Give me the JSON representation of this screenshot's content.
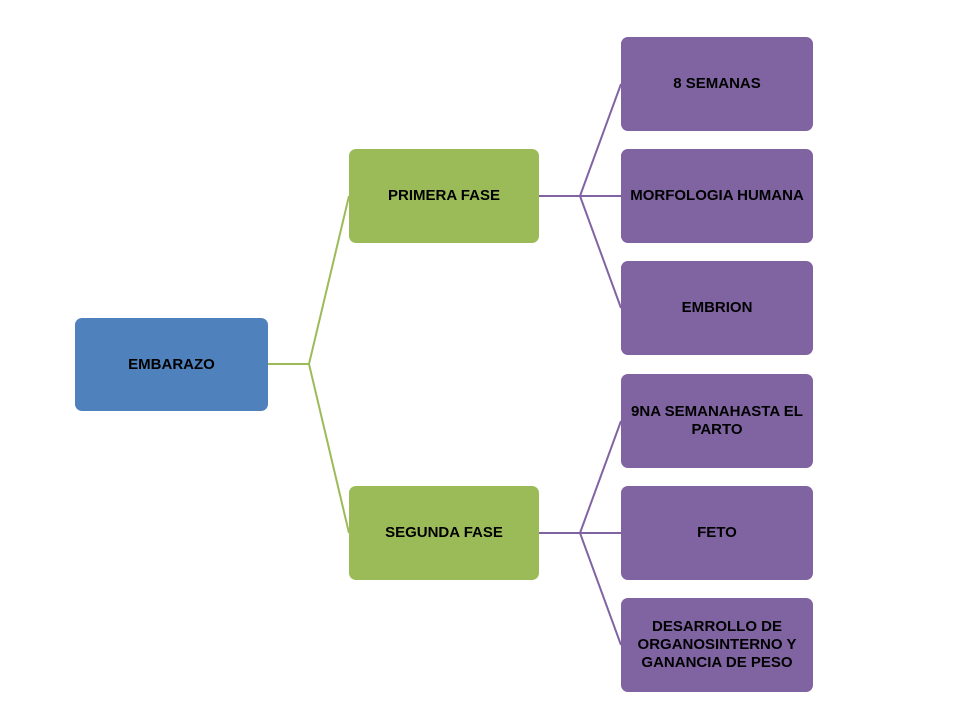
{
  "diagram": {
    "root": {
      "label": "EMBARAZO"
    },
    "phases": [
      {
        "label": "PRIMERA FASE",
        "children": [
          {
            "label": "8 SEMANAS"
          },
          {
            "label": "MORFOLOGIA HUMANA"
          },
          {
            "label": "EMBRION"
          }
        ]
      },
      {
        "label": "SEGUNDA FASE",
        "children": [
          {
            "label": "9NA SEMANAHASTA EL PARTO"
          },
          {
            "label": "FETO"
          },
          {
            "label": "DESARROLLO DE ORGANOSINTERNO  Y GANANCIA DE  PESO"
          }
        ]
      }
    ]
  },
  "colors": {
    "root": "#4f81bd",
    "phase": "#9bbb59",
    "leaf": "#8064a2",
    "root_connector": "#9bbb59",
    "leaf_connector": "#8064a2"
  }
}
